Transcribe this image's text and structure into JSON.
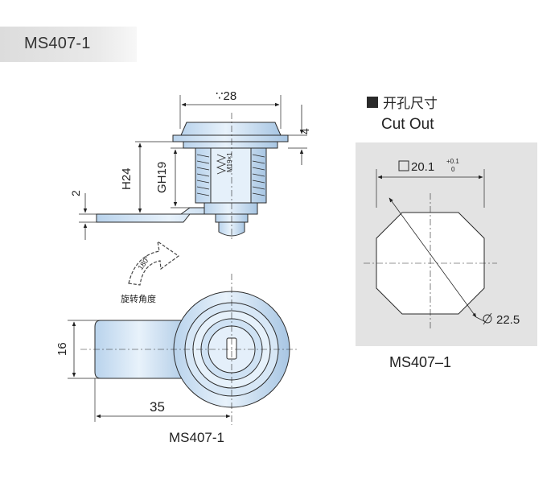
{
  "header": {
    "model_tab": "MS407-1"
  },
  "side_view": {
    "diameter_label": "∵28",
    "top_thickness": "4",
    "height_h": "H24",
    "thread_gh": "GH19",
    "cam_thickness": "2",
    "thread_mark": "M19×1"
  },
  "rotation": {
    "angle_label": "180°",
    "caption": "旋转角度"
  },
  "front_view": {
    "height_label": "16",
    "length_label": "35",
    "model_label": "MS407-1"
  },
  "cutout": {
    "heading_cn": "开孔尺寸",
    "heading_en": "Cut Out",
    "square_label": "20.1",
    "tol_plus": "+0.1",
    "tol_zero": "0",
    "diameter_label": "22.5",
    "model_label": "MS407–1"
  },
  "colors": {
    "part_fill": "#cfe3f5",
    "part_fill_dark": "#a9c7e3",
    "outline": "#2a2a2a",
    "cutout_panel": "#e3e3e3"
  }
}
